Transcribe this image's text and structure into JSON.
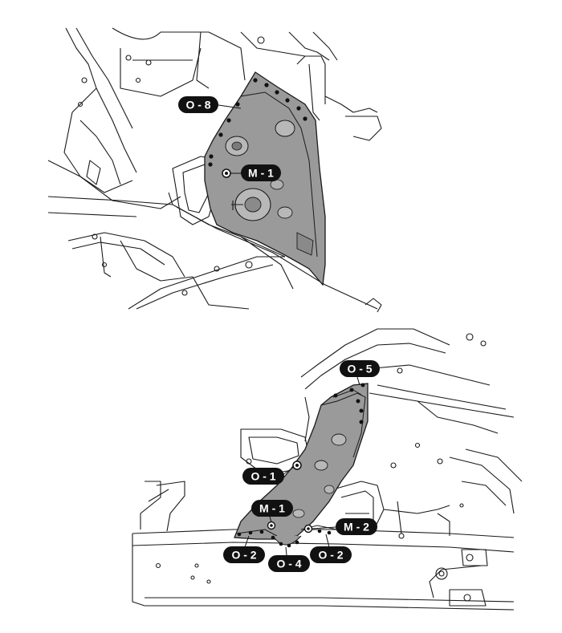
{
  "figure": {
    "top_panel": {
      "callouts": [
        {
          "id": "o8",
          "text": "O - 8"
        },
        {
          "id": "m1",
          "text": "M - 1"
        }
      ]
    },
    "bottom_panel": {
      "callouts": [
        {
          "id": "o5",
          "text": "O - 5"
        },
        {
          "id": "o1",
          "text": "O - 1"
        },
        {
          "id": "m1",
          "text": "M - 1"
        },
        {
          "id": "m2",
          "text": "M - 2"
        },
        {
          "id": "o2a",
          "text": "O - 2"
        },
        {
          "id": "o4",
          "text": "O - 4"
        },
        {
          "id": "o2b",
          "text": "O - 2"
        }
      ]
    }
  },
  "colors": {
    "line": "#1a1a1a",
    "panel_fill": "#9a9a9a",
    "label_bg": "#111111",
    "label_text": "#ffffff"
  }
}
